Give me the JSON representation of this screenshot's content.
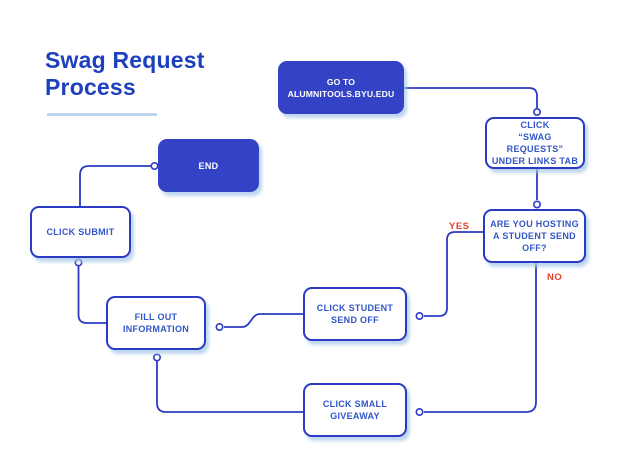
{
  "title": "Swag Request\nProcess",
  "colors": {
    "primary_blue": "#2b3ac3",
    "filled_node_blue": "#3442c6",
    "node_text_blue": "#3156c7",
    "title_blue": "#1d40bd",
    "edge_label_red": "#e0422d",
    "underline_light_blue": "#bed5ec",
    "shadow_light_blue": "#a8cae9",
    "background": "#ffffff"
  },
  "nodes": {
    "goto": {
      "label": "GO TO\nALUMNITOOLS.BYU.EDU",
      "style": "filled"
    },
    "swag": {
      "label": "CLICK\n“SWAG REQUESTS”\nUNDER LINKS TAB",
      "style": "outline"
    },
    "decision": {
      "label": "ARE YOU HOSTING\nA STUDENT SEND\nOFF?",
      "style": "outline"
    },
    "student": {
      "label": "CLICK STUDENT\nSEND OFF",
      "style": "outline"
    },
    "giveaway": {
      "label": "CLICK SMALL\nGIVEAWAY",
      "style": "outline"
    },
    "fillout": {
      "label": "FILL OUT\nINFORMATION",
      "style": "outline"
    },
    "submit": {
      "label": "CLICK SUBMIT",
      "style": "outline"
    },
    "end": {
      "label": "END",
      "style": "filled"
    }
  },
  "edge_labels": {
    "yes": "YES",
    "no": "NO"
  },
  "edges": [
    {
      "from": "goto",
      "to": "swag",
      "label": ""
    },
    {
      "from": "swag",
      "to": "decision",
      "label": ""
    },
    {
      "from": "decision",
      "to": "student",
      "label": "YES"
    },
    {
      "from": "decision",
      "to": "giveaway",
      "label": "NO"
    },
    {
      "from": "student",
      "to": "fillout",
      "label": ""
    },
    {
      "from": "giveaway",
      "to": "fillout",
      "label": ""
    },
    {
      "from": "fillout",
      "to": "submit",
      "label": ""
    },
    {
      "from": "submit",
      "to": "end",
      "label": ""
    }
  ]
}
